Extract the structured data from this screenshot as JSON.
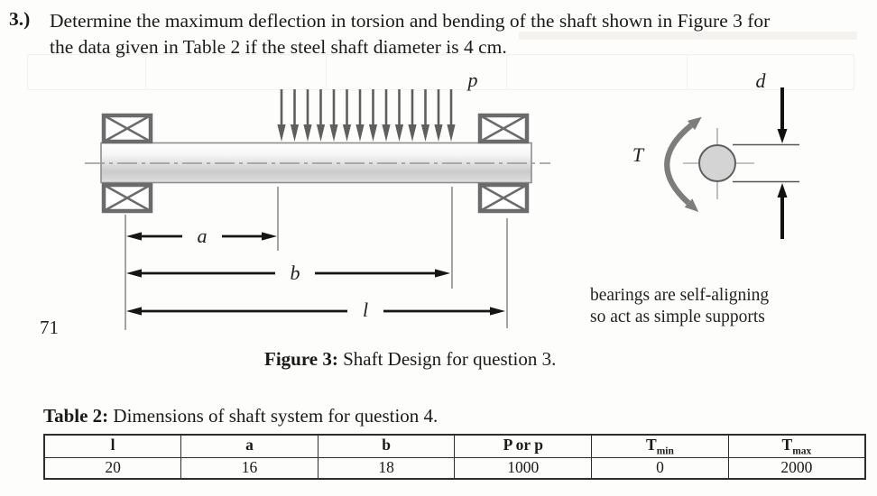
{
  "problem": {
    "number": "3.)",
    "line1": "Determine the maximum deflection in torsion and bending of the shaft shown in Figure 3 for",
    "line2": "the data given in Table 2 if the steel shaft diameter is 4 cm."
  },
  "figure": {
    "load_label": "p",
    "dim_a_label": "a",
    "dim_b_label": "b",
    "dim_l_label": "l",
    "torque_label": "T",
    "diameter_label": "d",
    "page_number": "71",
    "note_line1": "bearings are self-aligning",
    "note_line2": "so act as simple supports",
    "caption_bold": "Figure 3:",
    "caption_rest": " Shaft Design for question 3."
  },
  "table": {
    "caption_bold": "Table 2:",
    "caption_rest": " Dimensions of shaft system for question 4.",
    "columns": [
      {
        "label": "l",
        "sub": ""
      },
      {
        "label": "a",
        "sub": ""
      },
      {
        "label": "b",
        "sub": ""
      },
      {
        "label": "P or p",
        "sub": ""
      },
      {
        "label": "T",
        "sub": "min"
      },
      {
        "label": "T",
        "sub": "max"
      }
    ],
    "values": [
      "20",
      "16",
      "18",
      "1000",
      "0",
      "2000"
    ]
  },
  "colors": {
    "ink": "#1a1a1a",
    "diagram_gray": "#6b6b6b",
    "load_arrow_gray": "#5f5f5f",
    "shaft_outline": "#8e8e8e"
  }
}
